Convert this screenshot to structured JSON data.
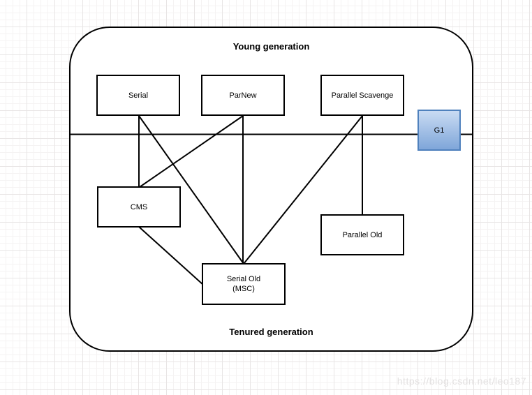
{
  "page": {
    "watermark": "https://blog.csdn.net/leo187"
  },
  "diagram": {
    "young_generation_label": "Young generation",
    "tenured_generation_label": "Tenured generation",
    "nodes": {
      "serial": {
        "label": "Serial"
      },
      "parnew": {
        "label": "ParNew"
      },
      "parallel_scavenge": {
        "label": "Parallel Scavenge"
      },
      "g1": {
        "label": "G1"
      },
      "cms": {
        "label": "CMS"
      },
      "parallel_old": {
        "label": "Parallel Old"
      },
      "serial_old": {
        "label": "Serial Old",
        "sublabel": "(MSC)"
      }
    },
    "connections": [
      {
        "from": "Serial",
        "to": "CMS"
      },
      {
        "from": "Serial",
        "to": "Serial Old (MSC)"
      },
      {
        "from": "ParNew",
        "to": "CMS"
      },
      {
        "from": "ParNew",
        "to": "Serial Old (MSC)"
      },
      {
        "from": "Parallel Scavenge",
        "to": "Serial Old (MSC)"
      },
      {
        "from": "Parallel Scavenge",
        "to": "Parallel Old"
      },
      {
        "from": "CMS",
        "to": "Serial Old (MSC)"
      }
    ],
    "colors": {
      "node_fill": "#ffffff",
      "node_border": "#000000",
      "line": "#000000",
      "g1_fill_top": "#c9dbf3",
      "g1_fill_bottom": "#7fa6d9",
      "g1_border": "#4f81bd",
      "watermark": "#e3e1e1"
    }
  }
}
